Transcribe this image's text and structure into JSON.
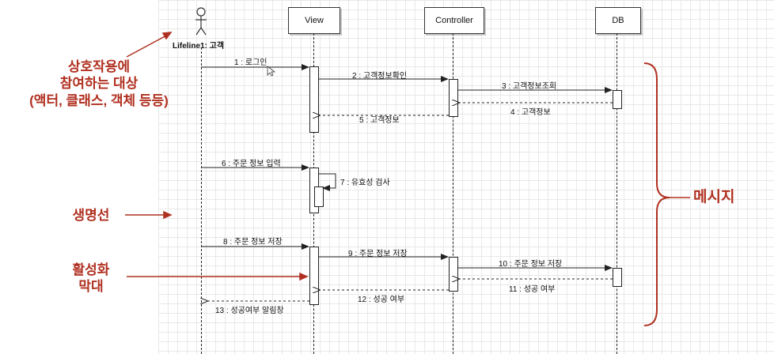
{
  "participants": {
    "actor_label": "Lifeline1: 고객",
    "view": "View",
    "controller": "Controller",
    "db": "DB"
  },
  "messages": [
    "1 : 로그인",
    "2 : 고객정보확인",
    "3 : 고객정보조회",
    "4 : 고객정보",
    "5 : 고객정보",
    "6 : 주문 정보 입력",
    "7 : 유효성 검사",
    "8 : 주문 정보 저장",
    "9 : 주문 정보 저장",
    "10 : 주문 정보 저장",
    "11 : 성공 여부",
    "12 : 성공 여부",
    "13 : 성공여부 알림창"
  ],
  "annotations": {
    "participant_line1": "상호작용에",
    "participant_line2": "참여하는 대상",
    "participant_line3": "(액터, 클래스, 객체 등등)",
    "lifeline": "생명선",
    "activation_line1": "활성화",
    "activation_line2": "막대",
    "message": "메시지"
  },
  "colors": {
    "annotation": "#b03020",
    "line": "#222222"
  }
}
